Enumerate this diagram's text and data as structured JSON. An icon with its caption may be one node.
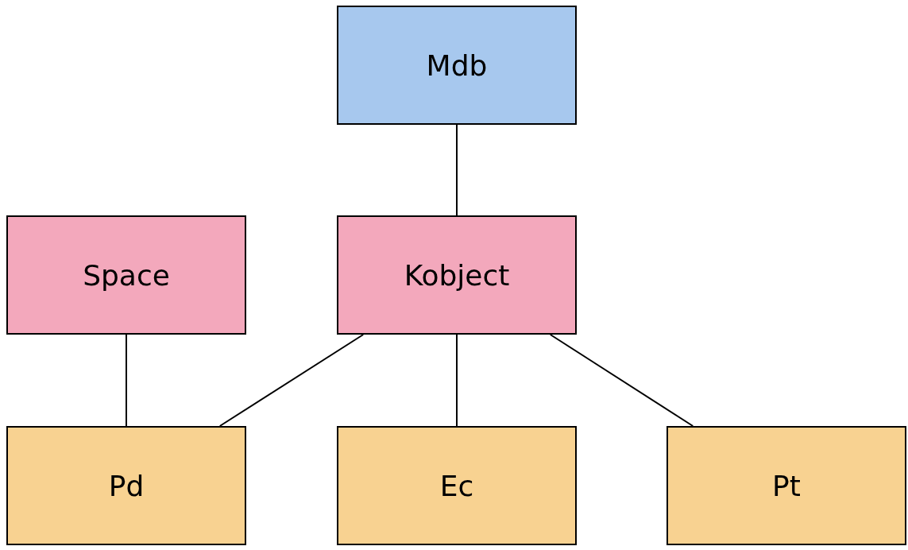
{
  "diagram": {
    "nodes": [
      {
        "text": [
          "Mdb"
        ]
      },
      {
        "text": [
          "Space"
        ]
      },
      {
        "text": [
          "Kobject"
        ]
      },
      {
        "text": [
          "Pd"
        ]
      },
      {
        "text": [
          "Ec"
        ]
      },
      {
        "text": [
          "Pt"
        ]
      }
    ],
    "edges": [
      {
        "from": 0,
        "to": 2,
        "arrow": "none"
      },
      {
        "from": 1,
        "to": 3,
        "arrow": "none"
      },
      {
        "from": 2,
        "to": 3,
        "arrow": "none"
      },
      {
        "from": 2,
        "to": 4,
        "arrow": "none"
      },
      {
        "from": 2,
        "to": 5,
        "arrow": "none"
      }
    ]
  }
}
